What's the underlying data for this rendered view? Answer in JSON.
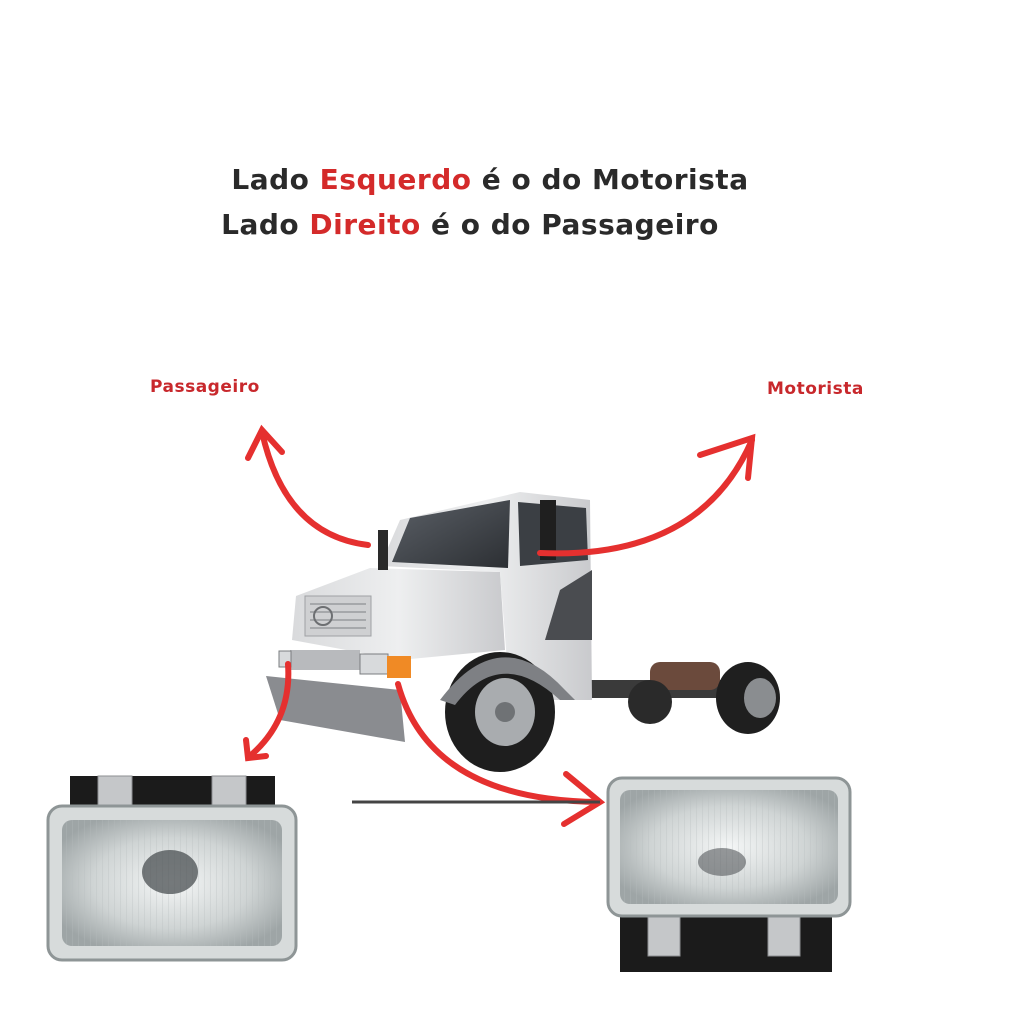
{
  "headline": {
    "line1": {
      "prefix": "Lado ",
      "highlight": "Esquerdo",
      "suffix": " é o do Motorista"
    },
    "line2": {
      "prefix": "Lado ",
      "highlight": "Direito",
      "suffix": " é o do Passageiro"
    }
  },
  "labels": {
    "passenger": "Passageiro",
    "driver": "Motorista"
  },
  "colors": {
    "accent_red": "#d42a2a",
    "text_dark": "#2a2a2a",
    "arrow_red": "#e5302f"
  }
}
